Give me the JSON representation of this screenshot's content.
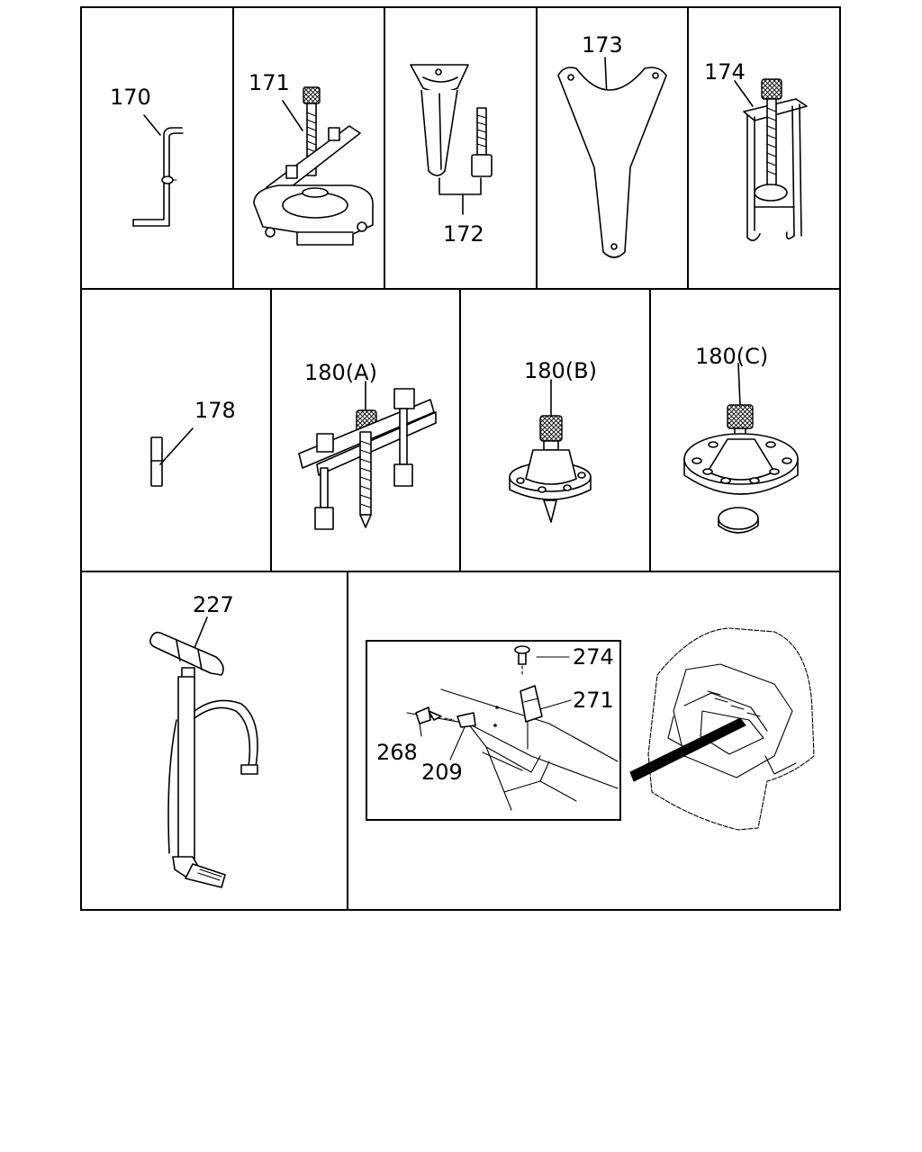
{
  "parts": [
    {
      "id": "170",
      "label": "170"
    },
    {
      "id": "171",
      "label": "171"
    },
    {
      "id": "172",
      "label": "172"
    },
    {
      "id": "173",
      "label": "173"
    },
    {
      "id": "174",
      "label": "174"
    },
    {
      "id": "178",
      "label": "178"
    },
    {
      "id": "180a",
      "label": "180(A)"
    },
    {
      "id": "180b",
      "label": "180(B)"
    },
    {
      "id": "180c",
      "label": "180(C)"
    },
    {
      "id": "227",
      "label": "227"
    },
    {
      "id": "274",
      "label": "274"
    },
    {
      "id": "271",
      "label": "271"
    },
    {
      "id": "268",
      "label": "268"
    },
    {
      "id": "209",
      "label": "209"
    }
  ]
}
